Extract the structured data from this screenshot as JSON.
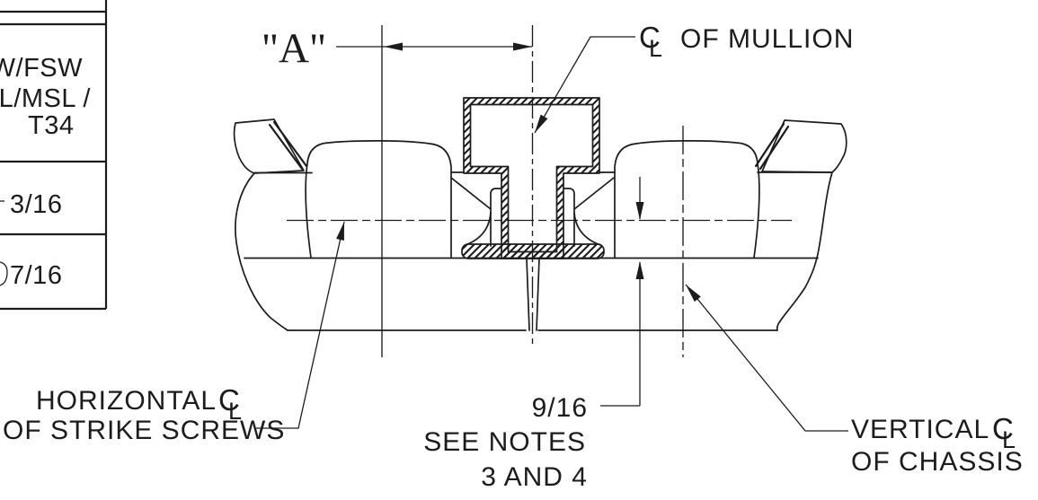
{
  "colors": {
    "ink": "#1c1c1c",
    "background": "#ffffff"
  },
  "table": {
    "rows": [
      {
        "lines": [
          "W/FSW",
          "L/MSL /",
          "T34"
        ]
      },
      {
        "value": "3/16"
      },
      {
        "value": "7/16"
      }
    ]
  },
  "centerline_symbol": {
    "c": "C",
    "l": "L"
  },
  "labels": {
    "dim_a": "\"A\"",
    "mullion": "OF MULLION",
    "strike_line1": "HORIZONTAL",
    "strike_line2": "OF STRIKE SCREWS",
    "dim_9_16": "9/16",
    "notes_line1": "SEE NOTES",
    "notes_line2": "3 AND 4",
    "chassis_line1": "VERTICAL",
    "chassis_line2": "OF CHASSIS"
  }
}
